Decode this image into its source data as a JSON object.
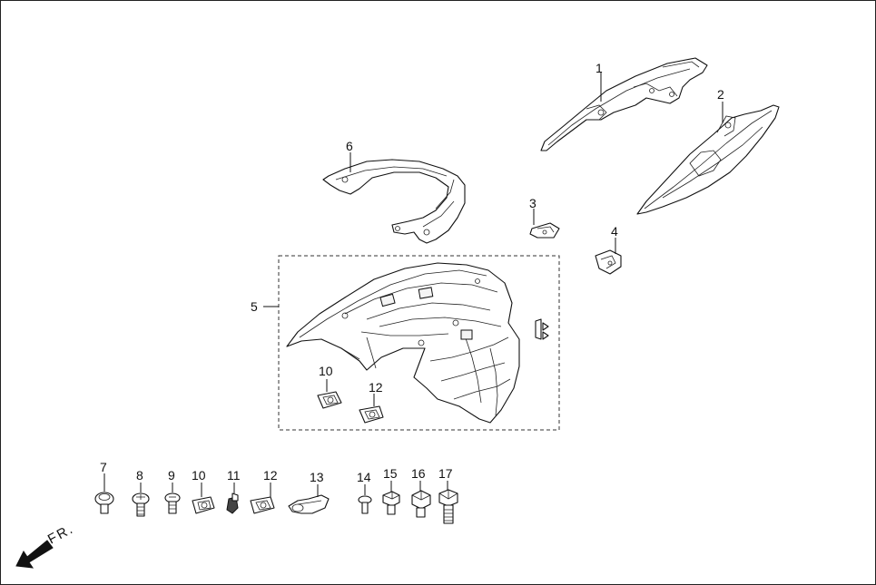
{
  "callouts": {
    "c1": "1",
    "c2": "2",
    "c3": "3",
    "c4": "4",
    "c5": "5",
    "c6": "6",
    "c10a": "10",
    "c12a": "12",
    "c7": "7",
    "c8": "8",
    "c9": "9",
    "c10b": "10",
    "c11": "11",
    "c12b": "12",
    "c13": "13",
    "c14": "14",
    "c15": "15",
    "c16": "16",
    "c17": "17"
  },
  "direction_label": "FR.",
  "icons": {
    "direction": "arrow-down-left-icon"
  }
}
